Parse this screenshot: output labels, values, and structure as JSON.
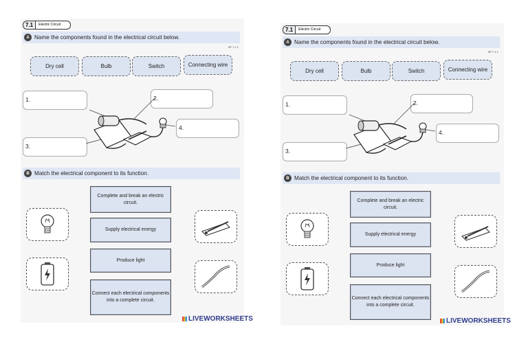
{
  "sheets": [
    {
      "tag": {
        "number": "7.1",
        "name": "Electric Circuit"
      },
      "sectionA": {
        "letter": "A",
        "title": "Name the components found in the electrical circuit below.",
        "code": "SP 7.1.1"
      },
      "components": [
        "Dry cell",
        "Bulb",
        "Switch",
        "Connecting wire"
      ],
      "blanks": [
        "1.",
        "2.",
        "3.",
        "4."
      ],
      "sectionB": {
        "letter": "B",
        "title": "Match the electrical component to its function."
      },
      "functions": [
        "Complete and break an electric circuit.",
        "Supply electrical energy",
        "Produce light",
        "Connect each electrical components into a complete circuit."
      ]
    },
    {
      "tag": {
        "number": "7.1",
        "name": "Electric Circuit"
      },
      "sectionA": {
        "letter": "A",
        "title": "Name the components found in the electrical circuit below.",
        "code": "SP 7.1.1"
      },
      "components": [
        "Dry cell",
        "Bulb",
        "Switch",
        "Connecting wire"
      ],
      "blanks": [
        "1.",
        "2.",
        "3.",
        "4."
      ],
      "sectionB": {
        "letter": "B",
        "title": "Match the electrical component to its function."
      },
      "functions": [
        "Complete and break an electric circuit.",
        "Supply electrical energy",
        "Produce light",
        "Connect each electrical components into a complete circuit."
      ]
    }
  ],
  "watermark": "LIVEWORKSHEETS",
  "icons": [
    "bulb-icon",
    "battery-icon",
    "switch-icon",
    "wire-icon",
    "circuit-illustration"
  ]
}
